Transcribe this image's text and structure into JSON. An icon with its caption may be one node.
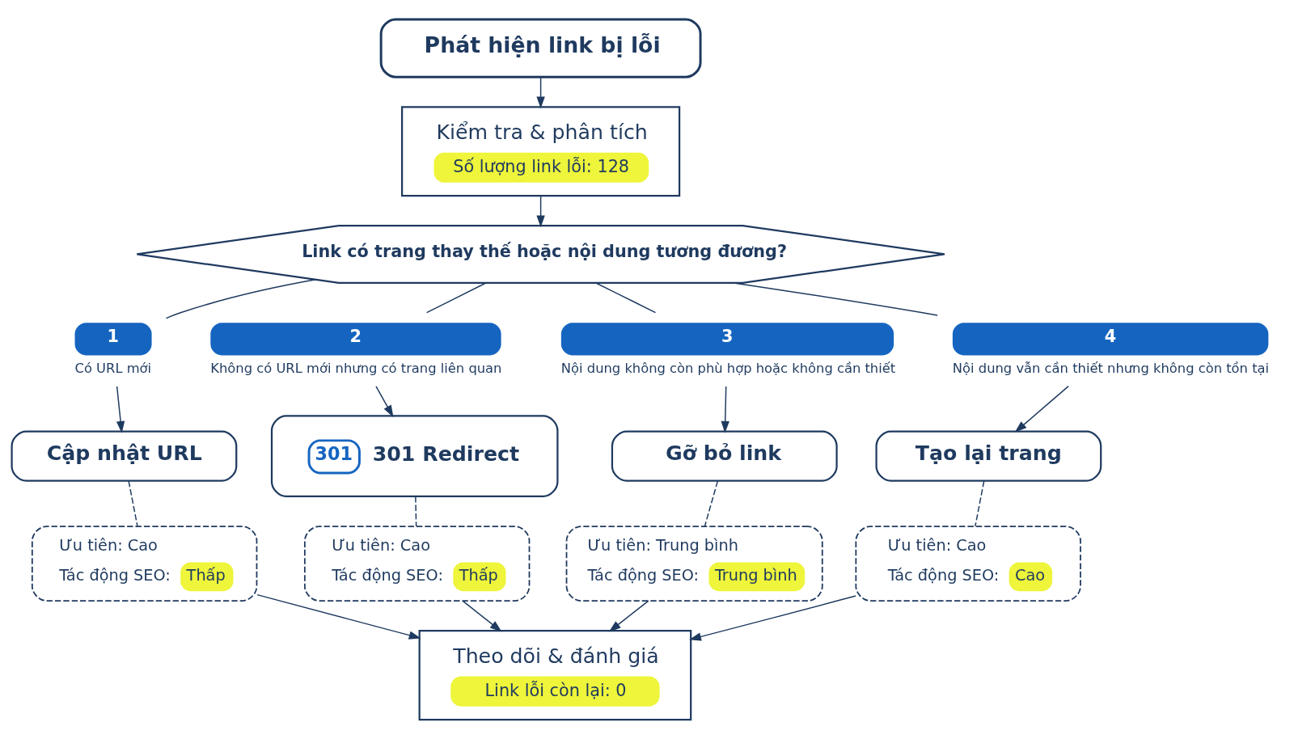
{
  "diagram": {
    "nodes": [
      {
        "text": [
          "Phát hiện link bị lỗi"
        ]
      },
      {
        "text": [
          "Kiểm tra & phân tích",
          "Số lượng link lỗi: 128"
        ]
      },
      {
        "text": [
          "Link có trang thay thế hoặc nội dung tương đương?"
        ]
      },
      {
        "text": [
          "1"
        ],
        "beside": [
          "Có URL mới"
        ]
      },
      {
        "text": [
          "2"
        ],
        "beside": [
          "Không có URL mới nhưng có trang liên quan"
        ]
      },
      {
        "text": [
          "3"
        ],
        "beside": [
          "Nội dung không còn phù hợp hoặc không cần thiết"
        ]
      },
      {
        "text": [
          "4"
        ],
        "beside": [
          "Nội dung vẫn cần thiết nhưng không còn tồn tại"
        ]
      },
      {
        "text": [
          "Cập nhật URL"
        ]
      },
      {
        "text": [
          "301",
          "301 Redirect"
        ]
      },
      {
        "text": [
          "Gỡ bỏ link"
        ]
      },
      {
        "text": [
          "Tạo lại trang"
        ]
      },
      {
        "text": [
          "Ưu tiên: Cao",
          "Tác động SEO:",
          "Thấp"
        ]
      },
      {
        "text": [
          "Ưu tiên: Cao",
          "Tác động SEO:",
          "Thấp"
        ]
      },
      {
        "text": [
          "Ưu tiên: Trung bình",
          "Tác động SEO:",
          "Trung bình"
        ]
      },
      {
        "text": [
          "Ưu tiên: Cao",
          "Tác động SEO:",
          "Cao"
        ]
      },
      {
        "text": [
          "Theo dõi & đánh giá",
          "Link lỗi còn lại: 0"
        ]
      }
    ],
    "edges": [
      {
        "from": 0,
        "to": 1,
        "arrow": "to"
      },
      {
        "from": 1,
        "to": 2,
        "arrow": "to"
      },
      {
        "from": 2,
        "to": 3,
        "arrow": "none"
      },
      {
        "from": 2,
        "to": 4,
        "arrow": "none"
      },
      {
        "from": 2,
        "to": 5,
        "arrow": "none"
      },
      {
        "from": 2,
        "to": 6,
        "arrow": "none"
      },
      {
        "from": 3,
        "to": 7,
        "arrow": "to"
      },
      {
        "from": 4,
        "to": 8,
        "arrow": "to"
      },
      {
        "from": 5,
        "to": 9,
        "arrow": "to"
      },
      {
        "from": 6,
        "to": 10,
        "arrow": "to"
      },
      {
        "from": 7,
        "to": 11,
        "arrow": "none",
        "style": "dashed"
      },
      {
        "from": 8,
        "to": 12,
        "arrow": "none",
        "style": "dashed"
      },
      {
        "from": 9,
        "to": 13,
        "arrow": "none",
        "style": "dashed"
      },
      {
        "from": 10,
        "to": 14,
        "arrow": "none",
        "style": "dashed"
      },
      {
        "from": 11,
        "to": 15,
        "arrow": "to"
      },
      {
        "from": 12,
        "to": 15,
        "arrow": "to"
      },
      {
        "from": 13,
        "to": 15,
        "arrow": "to"
      },
      {
        "from": 14,
        "to": 15,
        "arrow": "to"
      }
    ]
  }
}
